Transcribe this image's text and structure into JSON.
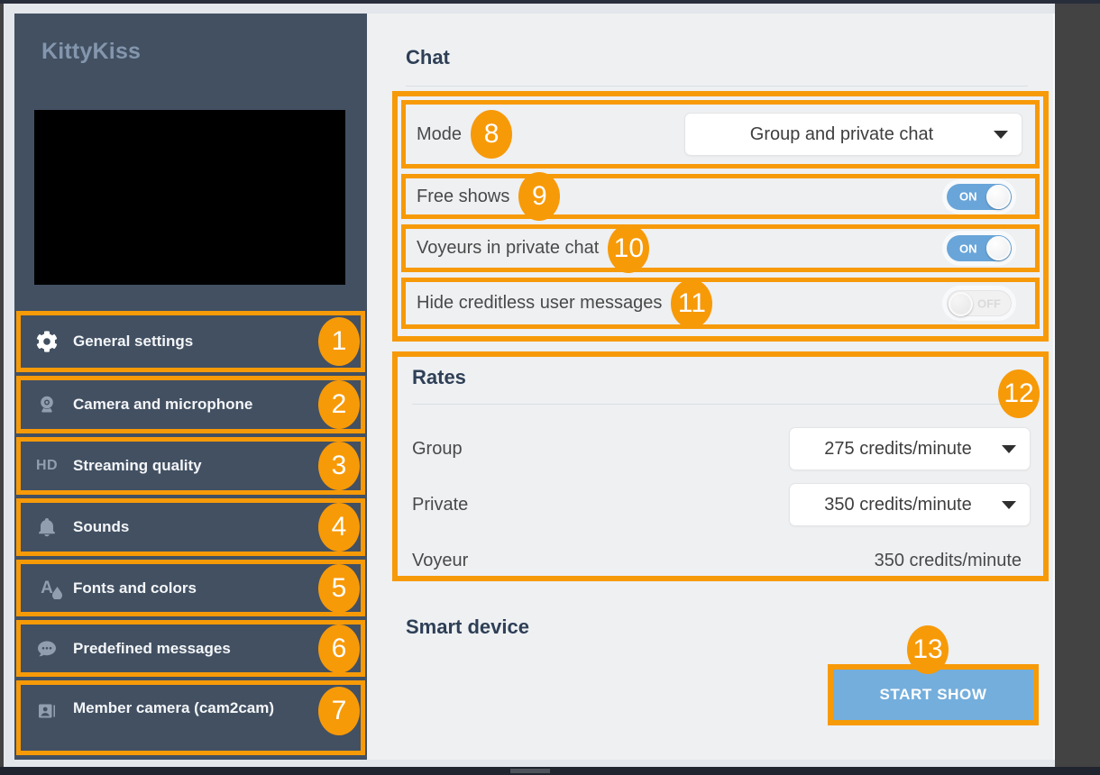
{
  "sidebar": {
    "brand": "KittyKiss",
    "items": [
      {
        "label": "General settings",
        "icon": "gear-icon",
        "number": "1"
      },
      {
        "label": "Camera and microphone",
        "icon": "webcam-icon",
        "number": "2"
      },
      {
        "label": "Streaming quality",
        "icon": "hd-icon",
        "icon_text": "HD",
        "number": "3"
      },
      {
        "label": "Sounds",
        "icon": "bell-icon",
        "number": "4"
      },
      {
        "label": "Fonts and colors",
        "icon": "fonts-icon",
        "icon_text": "A",
        "number": "5"
      },
      {
        "label": "Predefined messages",
        "icon": "chat-bubble-icon",
        "number": "6"
      },
      {
        "label": "Member camera (cam2cam)",
        "icon": "member-card-icon",
        "number": "7"
      }
    ]
  },
  "chat": {
    "title": "Chat",
    "mode": {
      "label": "Mode",
      "number": "8",
      "value": "Group and private chat"
    },
    "free_shows": {
      "label": "Free shows",
      "number": "9",
      "state": "ON"
    },
    "voyeurs": {
      "label": "Voyeurs in private chat",
      "number": "10",
      "state": "ON"
    },
    "hide_creditless": {
      "label": "Hide creditless user messages",
      "number": "11",
      "state": "OFF"
    }
  },
  "rates": {
    "title": "Rates",
    "number": "12",
    "rows": [
      {
        "label": "Group",
        "value": "275 credits/minute",
        "control": "dropdown"
      },
      {
        "label": "Private",
        "value": "350 credits/minute",
        "control": "dropdown"
      },
      {
        "label": "Voyeur",
        "value": "350 credits/minute",
        "control": "static"
      }
    ]
  },
  "smart_device": {
    "title": "Smart device"
  },
  "start_show": {
    "label": "START SHOW",
    "number": "13"
  },
  "colors": {
    "accent_orange": "#F79A08",
    "sidebar_bg": "#425062",
    "toggle_on_blue": "#69A5D9",
    "button_blue": "#74AEDC"
  }
}
